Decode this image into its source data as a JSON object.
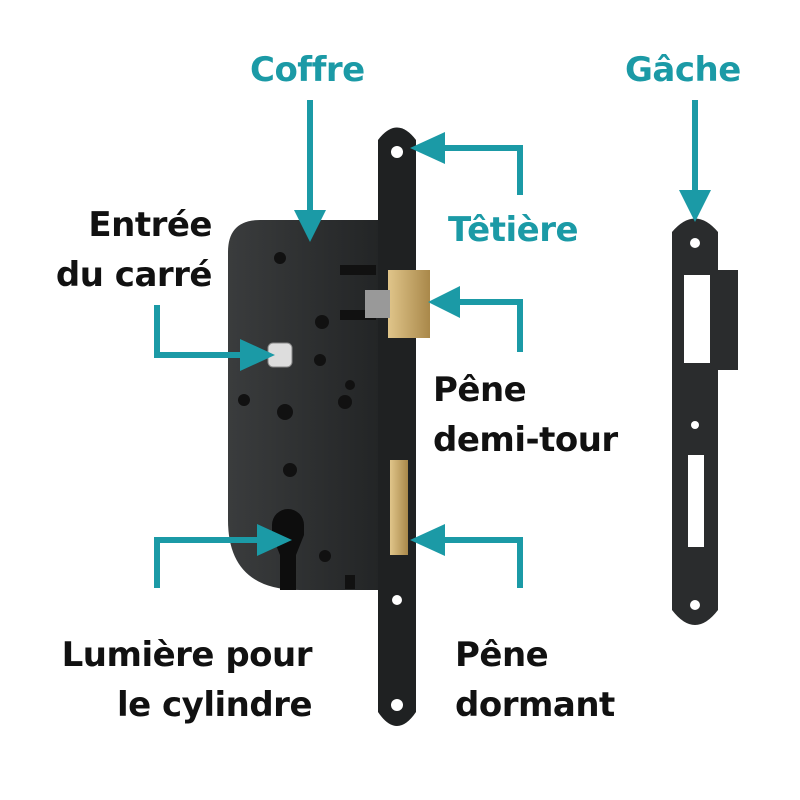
{
  "colors": {
    "accent": "#1b9aa6",
    "lock_body": "#2b2d2e",
    "brass": "#c9a866"
  },
  "labels": {
    "coffre": "Coffre",
    "gache": "Gâche",
    "tetiere": "Têtière",
    "entree_line1": "Entrée",
    "entree_line2": "du carré",
    "pene_demi_tour_line1": "Pêne",
    "pene_demi_tour_line2": "demi-tour",
    "lumiere_line1": "Lumière pour",
    "lumiere_line2": "le cylindre",
    "pene_dormant_line1": "Pêne",
    "pene_dormant_line2": "dormant"
  }
}
